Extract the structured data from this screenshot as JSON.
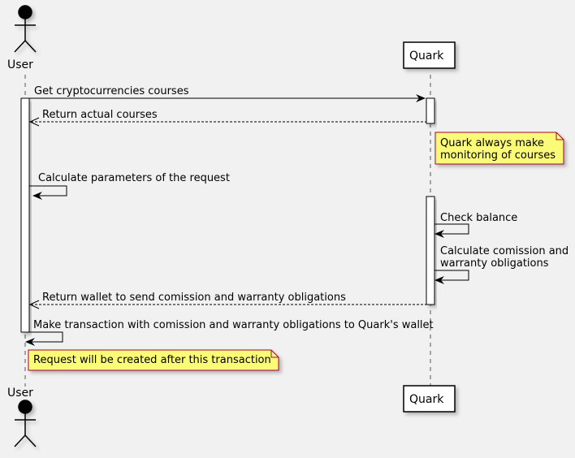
{
  "participants": {
    "user": "User",
    "quark": "Quark"
  },
  "messages": {
    "m1": "Get cryptocurrencies courses",
    "m2": "Return actual courses",
    "m3": "Calculate parameters of the request",
    "m4": "Check balance",
    "m5_line1": "Calculate comission and",
    "m5_line2": "warranty obligations",
    "m6": "Return wallet to send comission and warranty obligations",
    "m7": "Make transaction with comission and warranty obligations to Quark's wallet"
  },
  "notes": {
    "quark_line1": "Quark always make",
    "quark_line2": "monitoring of courses",
    "request": "Request will be created after this transaction"
  },
  "colors": {
    "background": "#f1f1f1",
    "note_fill": "#fbfb77",
    "note_border": "#a80036",
    "line": "#000000",
    "activation_fill": "#ffffff"
  }
}
